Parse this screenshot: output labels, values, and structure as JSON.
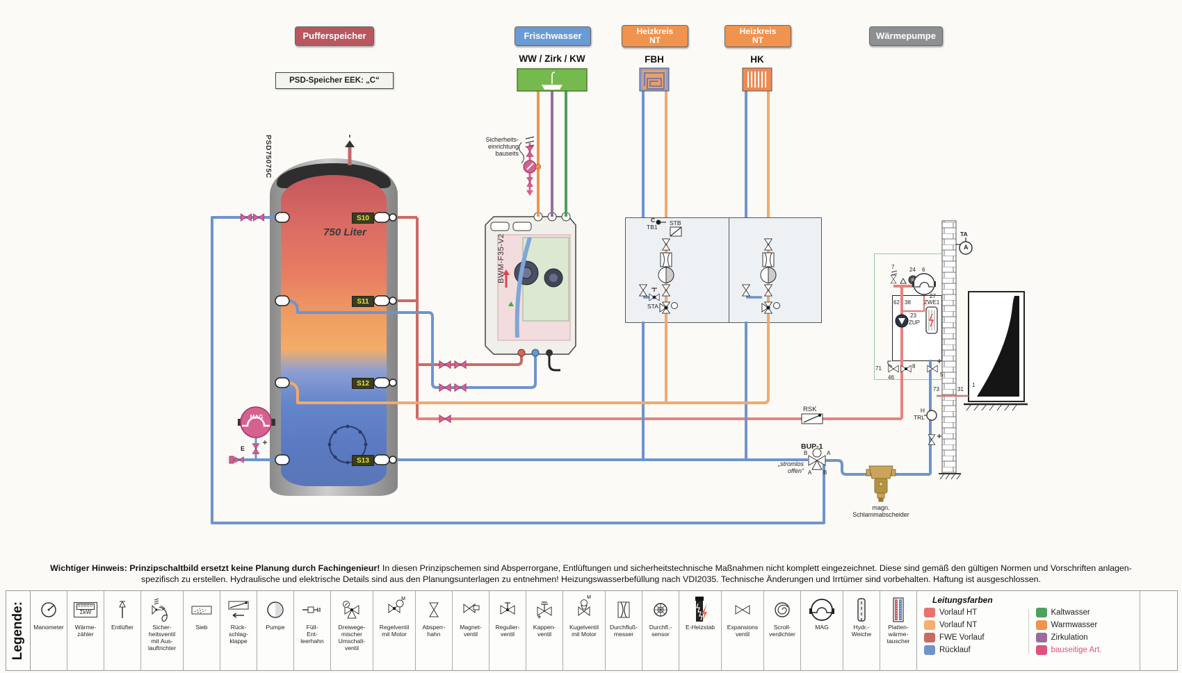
{
  "header": {
    "labels": [
      {
        "text": "Pufferspeicher",
        "color": "#b8575e"
      },
      {
        "text": "Frischwasser",
        "color": "#699bd4"
      },
      {
        "text": "Heizkreis\nNT",
        "color": "#f0934e"
      },
      {
        "text": "Heizkreis\nNT",
        "color": "#f0934e"
      },
      {
        "text": "Wärmepumpe",
        "color": "#8d9093"
      }
    ],
    "sub_frischwasser": "WW / Zirk / KW",
    "sub_fbh": "FBH",
    "sub_hk": "HK",
    "psd_box": "PSD-Speicher EEK: „C“"
  },
  "tank": {
    "model_vertical": "PSD75075C",
    "volume": "750 Liter",
    "sensors": [
      "S10",
      "S11",
      "S12",
      "S13"
    ],
    "mag": "MAG",
    "e": "E",
    "plus": "+"
  },
  "frischwasser": {
    "module": "BWM-F35-V2",
    "safety_note": "Sicherheits-\neinrichtung\nbauseits"
  },
  "fbh": {
    "c": "C",
    "tb1": "TB1",
    "stb": "STB",
    "sta": "STA"
  },
  "right": {
    "rsk": "RSK",
    "h_trl": "H\nTRL",
    "bup": "BUP-1",
    "b_top": "B",
    "a_top": "A",
    "a_bottom": "A",
    "b_bottom": "B",
    "stromlos": "„stromlos\noffen“",
    "schlamm": "magn.\nSchlammabscheider"
  },
  "heatpump": {
    "ta": "TA",
    "a": "A",
    "n7": "7",
    "n24": "24",
    "n6": "6",
    "n62": "62",
    "n38": "38",
    "n27": "27",
    "zwe1": "ZWE1",
    "n23": "23",
    "zup": "ZUP",
    "n71": "71",
    "n46": "46",
    "n8": "8",
    "n5": "5",
    "n73": "73",
    "n31": "31",
    "n1": "1"
  },
  "notice": {
    "bold": "Wichtiger Hinweis: Prinzipschaltbild ersetzt keine Planung durch Fachingenieur!",
    "rest": " In diesen Prinzipschemen sind Absperrorgane, Entlüftungen und sicherheitstechnische Maßnahmen nicht komplett eingezeichnet. Diese sind gemäß den gültigen Normen und Vorschriften anlagen-",
    "line2": "spezifisch zu erstellen. Hydraulische und elektrische Details sind aus den Planungsunterlagen zu entnehmen! Heizungswasserbefüllung nach VDI2035. Technische Änderungen und Irrtümer sind vorbehalten. Haftung ist ausgeschlossen."
  },
  "legend": {
    "title": "Legende:",
    "items": [
      {
        "name": "manometer",
        "label": "Manometer"
      },
      {
        "name": "waermezaehler",
        "label": "Wärme-\nzähler",
        "icon_text": "ΣkW"
      },
      {
        "name": "entluefter",
        "label": "Entlüfter"
      },
      {
        "name": "sicherheitsventil",
        "label": "Sicher-\nheitsventil\nmit Aus-\nlauftrichter"
      },
      {
        "name": "sieb",
        "label": "Sieb"
      },
      {
        "name": "rueckschlagklappe",
        "label": "Rück-\nschlag-\nklappe"
      },
      {
        "name": "pumpe",
        "label": "Pumpe"
      },
      {
        "name": "fuell-entleerhahn",
        "label": "Füll-\nEnt-\nleerhahn"
      },
      {
        "name": "dreiwegemischer",
        "label": "Dreiwege-\nmischer\nUmschalt-\nventil"
      },
      {
        "name": "regelventil-motor",
        "label": "Regelventil\nmit Motor",
        "icon_text": "M"
      },
      {
        "name": "absperrhahn",
        "label": "Absperr-\nhahn"
      },
      {
        "name": "magnetventil",
        "label": "Magnet-\nventil"
      },
      {
        "name": "regulierventil",
        "label": "Regulier-\nventil"
      },
      {
        "name": "kappenventil",
        "label": "Kappen-\nventil"
      },
      {
        "name": "kugelventil-motor",
        "label": "Kugelventil\nmit Motor",
        "icon_text": "M"
      },
      {
        "name": "durchflussmesser",
        "label": "Durchfluß-\nmesser"
      },
      {
        "name": "durchflusssensor",
        "label": "Durchfl.-\nsensor"
      },
      {
        "name": "e-heizstab",
        "label": "E-Heizstab"
      },
      {
        "name": "expansionsventil",
        "label": "Expansions\nventil"
      },
      {
        "name": "scrollverdichter",
        "label": "Scroll-\nverdichter"
      },
      {
        "name": "mag",
        "label": "MAG"
      },
      {
        "name": "hydr-weiche",
        "label": "Hydr.-\nWeiche"
      },
      {
        "name": "plattenwaermetauscher",
        "label": "Platten-\nwärme-\ntauscher"
      }
    ],
    "colors": {
      "title": "Leitungsfarben",
      "left": [
        {
          "label": "Vorlauf HT",
          "color": "#e8736e"
        },
        {
          "label": "Vorlauf NT",
          "color": "#f5b06e"
        },
        {
          "label": "FWE Vorlauf",
          "color": "#c96a66"
        },
        {
          "label": "Rücklauf",
          "color": "#6f94cc"
        }
      ],
      "right": [
        {
          "label": "Kaltwasser",
          "color": "#4ea05e"
        },
        {
          "label": "Warmwasser",
          "color": "#f0954f"
        },
        {
          "label": "Zirkulation",
          "color": "#9b6b9e"
        },
        {
          "label": "bauseitige Art.",
          "color": "#e0527f",
          "pink_text": true
        }
      ]
    }
  }
}
